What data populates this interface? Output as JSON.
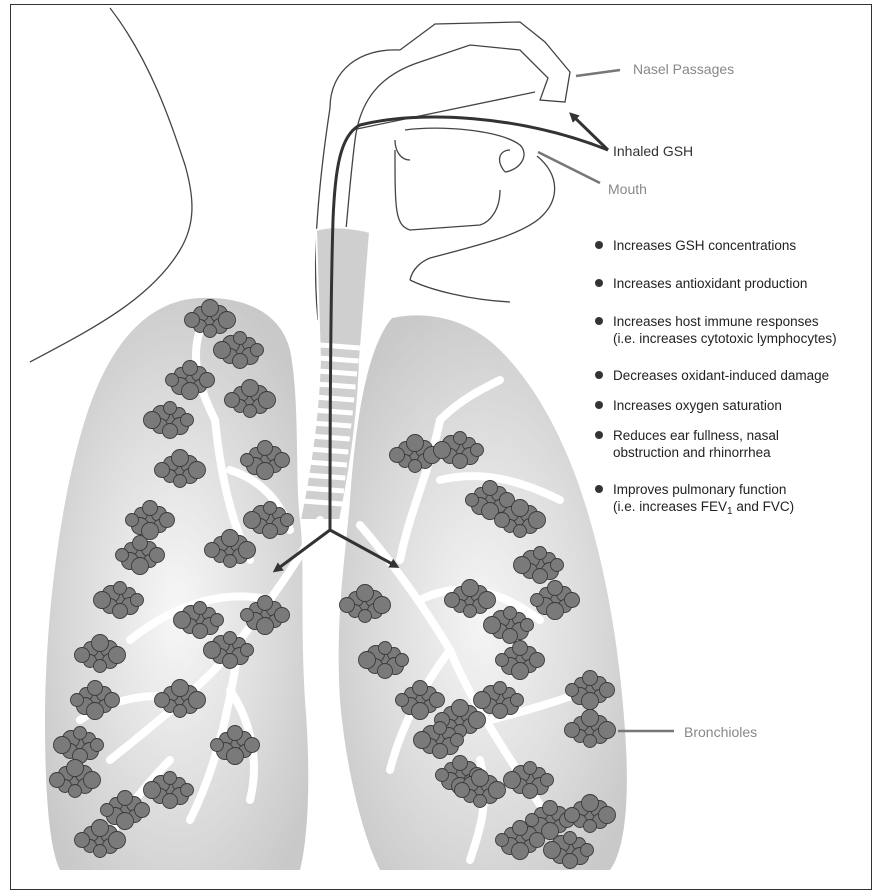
{
  "labels": {
    "nasal": "Nasel Passages",
    "inhaled": "Inhaled GSH",
    "mouth": "Mouth",
    "bronchioles": "Bronchioles"
  },
  "effects": [
    {
      "line1": "Increases GSH concentrations",
      "line2": ""
    },
    {
      "line1": "Increases antioxidant production",
      "line2": ""
    },
    {
      "line1": "Increases host immune responses",
      "line2": "(i.e. increases cytotoxic lymphocytes)"
    },
    {
      "line1": "Decreases oxidant-induced damage",
      "line2": ""
    },
    {
      "line1": "Increases oxygen saturation",
      "line2": ""
    },
    {
      "line1": "Reduces ear fullness, nasal",
      "line2": "obstruction and rhinorrhea"
    },
    {
      "line1": "Improves pulmonary function",
      "line2_pre": "(i.e. increases FEV",
      "line2_sub": "1",
      "line2_post": " and FVC)"
    }
  ],
  "colors": {
    "lung": "#d4d4d4",
    "alveoli": "#7a7a7a",
    "line": "#333333",
    "label": "#888888"
  }
}
